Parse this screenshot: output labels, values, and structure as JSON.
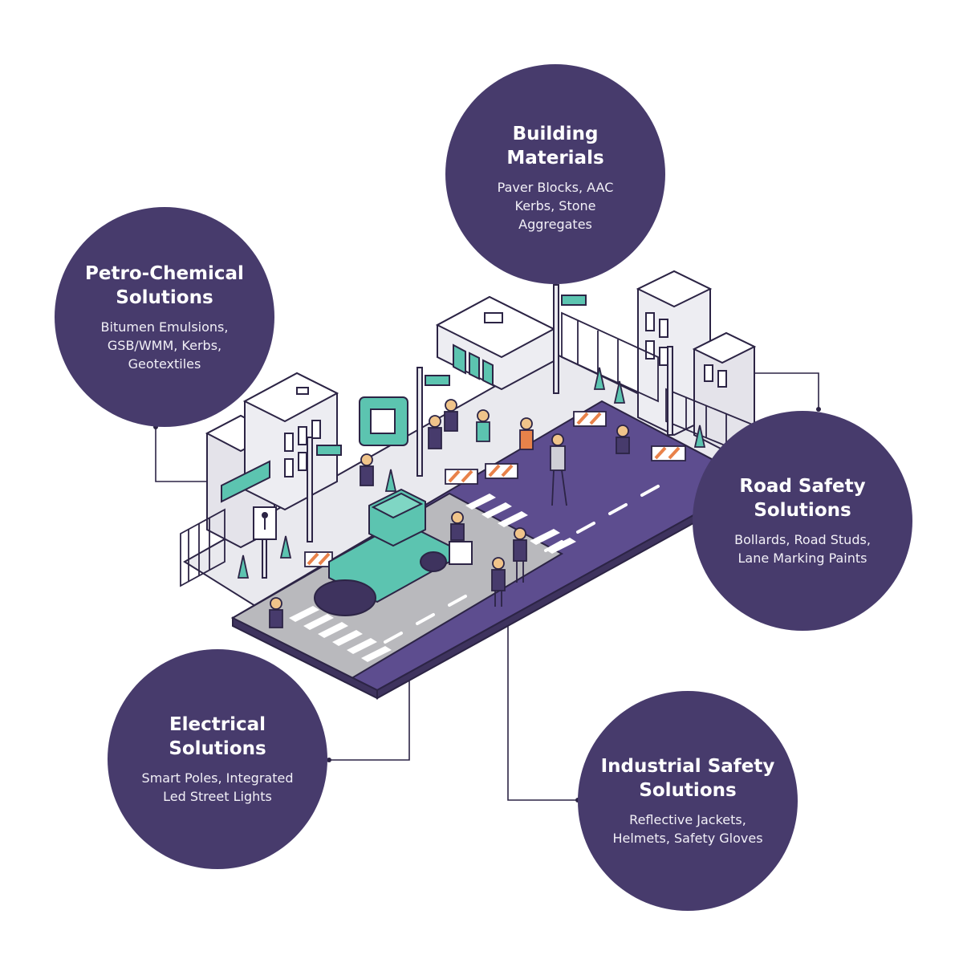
{
  "colors": {
    "bubble": "#473b6c",
    "road_purple": "#5d4d8f",
    "road_grey": "#b9b9bd",
    "accent_teal": "#5cc4b0",
    "outline": "#2c2445",
    "barrier_orange": "#e8824a"
  },
  "solutions": [
    {
      "id": "building",
      "title": "Building\nMaterials",
      "desc": "Paver Blocks, AAC\nKerbs, Stone\nAggregates"
    },
    {
      "id": "petro",
      "title": "Petro-Chemical\nSolutions",
      "desc": "Bitumen Emulsions,\nGSB/WMM, Kerbs,\nGeotextiles"
    },
    {
      "id": "road",
      "title": "Road Safety\nSolutions",
      "desc": "Bollards, Road Studs,\nLane Marking Paints"
    },
    {
      "id": "electric",
      "title": "Electrical\nSolutions",
      "desc": "Smart Poles, Integrated\nLed Street Lights"
    },
    {
      "id": "industrial",
      "title": "Industrial Safety\nSolutions",
      "desc": "Reflective Jackets,\nHelmets, Safety Gloves"
    }
  ],
  "icons": {
    "pedestrian_sign": "pedestrian-sign-icon",
    "roller": "road-roller-icon",
    "cone": "traffic-cone-icon",
    "barrier": "road-barrier-icon"
  }
}
